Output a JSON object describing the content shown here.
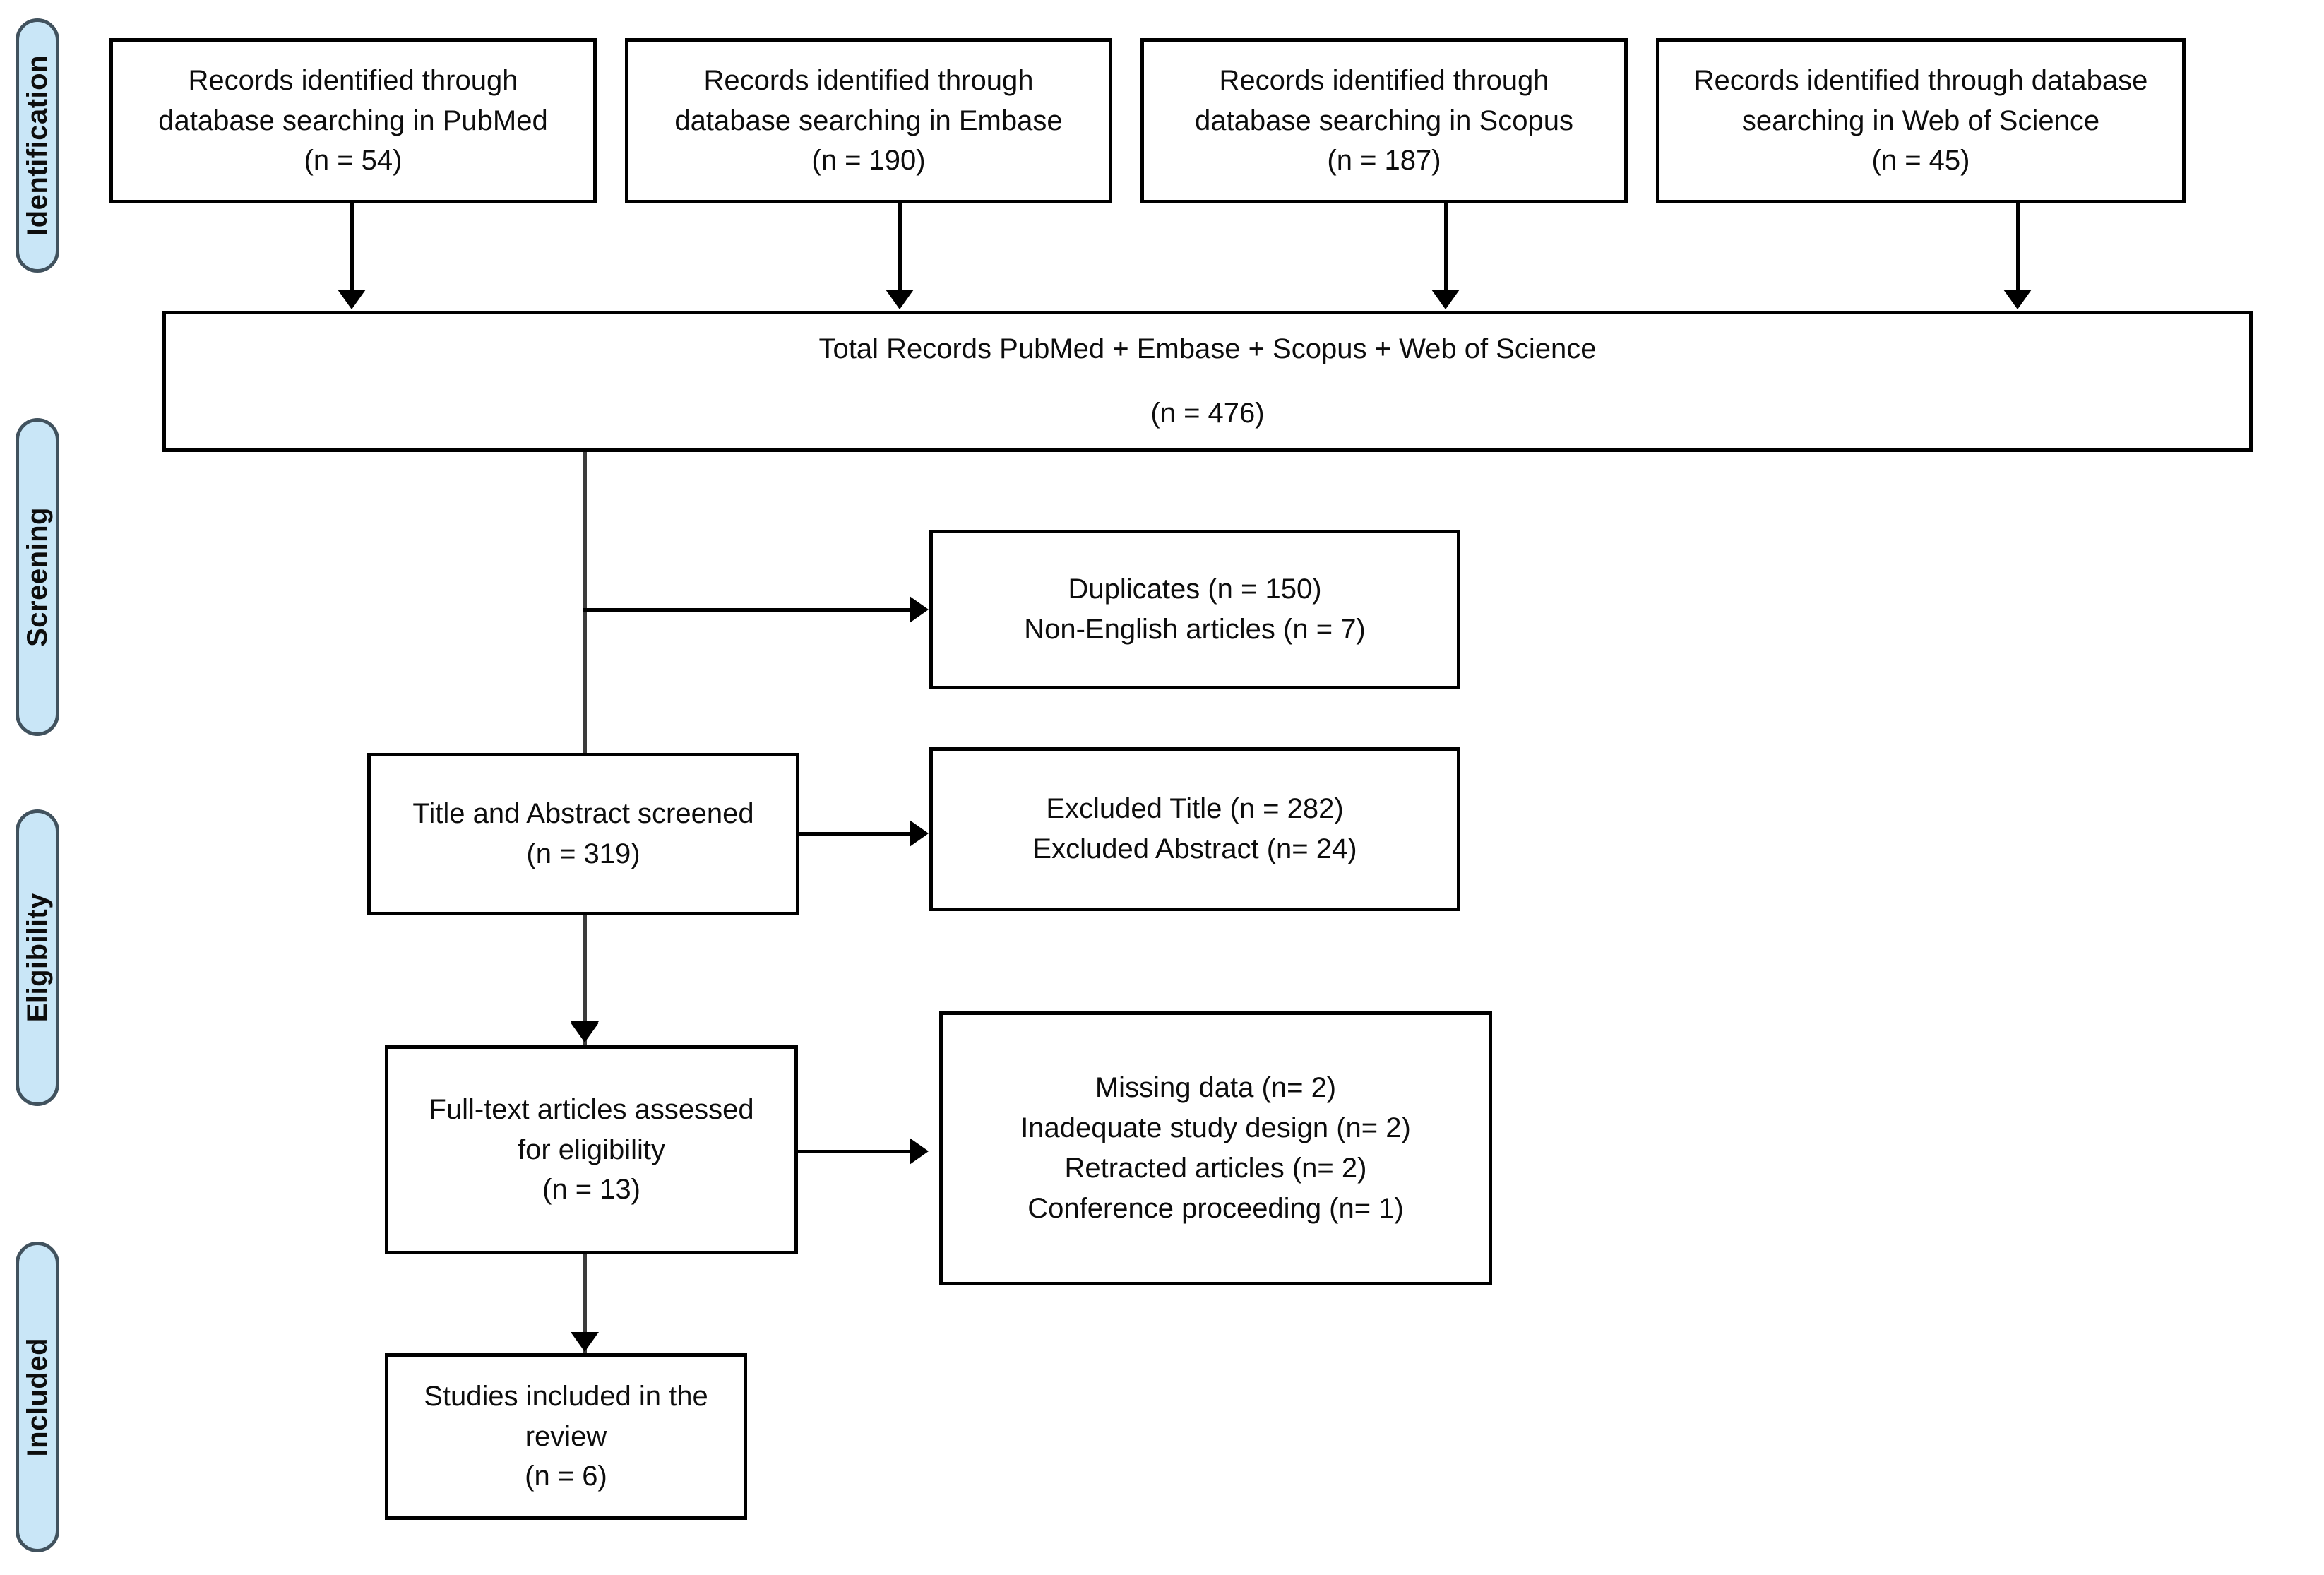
{
  "diagram": {
    "title": "PRISMA study selection flow diagram",
    "accent_fill": "#c9e6f7",
    "accent_border": "#41525e",
    "line_color": "#000000",
    "text_color": "#0d0d0d"
  },
  "phases": [
    {
      "id": "identification",
      "label": "Identification"
    },
    {
      "id": "screening",
      "label": "Screening"
    },
    {
      "id": "eligibility",
      "label": "Eligibility"
    },
    {
      "id": "included",
      "label": "Included"
    }
  ],
  "sources": [
    {
      "id": "pubmed",
      "lines": [
        "Records identified through",
        "database searching in PubMed",
        "(n = 54)"
      ],
      "count": 54,
      "database": "PubMed"
    },
    {
      "id": "embase",
      "lines": [
        "Records identified through",
        "database searching in Embase",
        "(n = 190)"
      ],
      "count": 190,
      "database": "Embase"
    },
    {
      "id": "scopus",
      "lines": [
        "Records identified through",
        "database searching in Scopus",
        "(n = 187)"
      ],
      "count": 187,
      "database": "Scopus"
    },
    {
      "id": "web-of-science",
      "lines": [
        "Records identified through database",
        "searching in Web of Science",
        "(n = 45)"
      ],
      "count": 45,
      "database": "Web of Science"
    }
  ],
  "total_records": {
    "lines": [
      "Total Records PubMed + Embase + Scopus + Web of Science",
      "(n = 476)"
    ],
    "count": 476
  },
  "removed": {
    "lines": [
      "Duplicates (n = 150)",
      "Non-English articles (n = 7)"
    ],
    "duplicates": 150,
    "non_english": 7
  },
  "screened": {
    "lines": [
      "Title and Abstract screened",
      "(n = 319)"
    ],
    "count": 319
  },
  "screen_excluded": {
    "lines": [
      "Excluded Title (n = 282)",
      "Excluded Abstract (n= 24)"
    ],
    "excluded_title": 282,
    "excluded_abstract": 24
  },
  "fulltext": {
    "lines": [
      "Full-text articles assessed",
      "for eligibility",
      "(n = 13)"
    ],
    "count": 13
  },
  "fulltext_excluded": {
    "lines": [
      "Missing data (n= 2)",
      "Inadequate study design (n= 2)",
      "Retracted articles (n= 2)",
      "Conference proceeding (n= 1)"
    ],
    "missing_data": 2,
    "inadequate_study_design": 2,
    "retracted_articles": 2,
    "conference_proceeding": 1
  },
  "included_studies": {
    "lines": [
      "Studies included in the",
      "review",
      "(n = 6)"
    ],
    "count": 6
  }
}
